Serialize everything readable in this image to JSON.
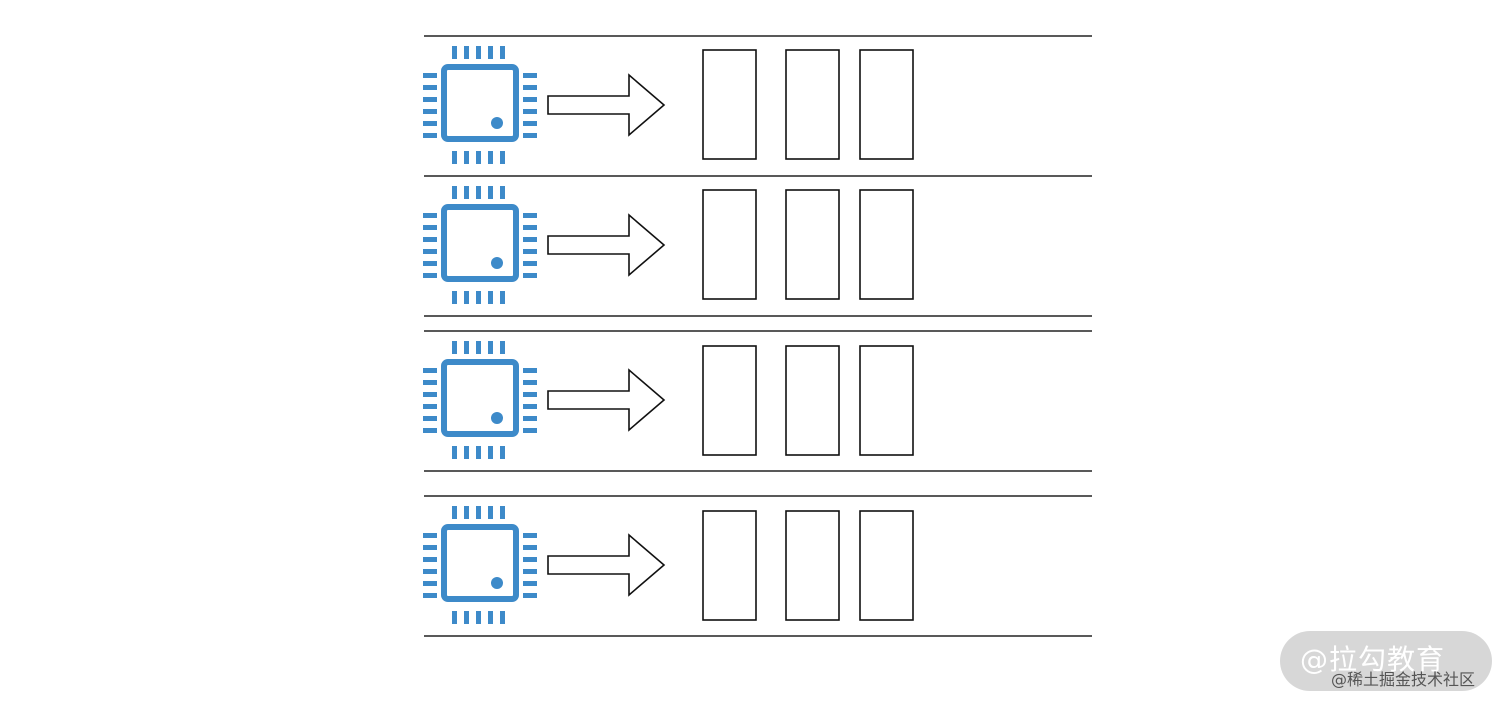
{
  "diagram": {
    "rows": [
      {
        "chip": "cpu-chip-icon",
        "arrow": "right-arrow-icon",
        "slots": 3
      },
      {
        "chip": "cpu-chip-icon",
        "arrow": "right-arrow-icon",
        "slots": 3
      },
      {
        "chip": "cpu-chip-icon",
        "arrow": "right-arrow-icon",
        "slots": 3
      },
      {
        "chip": "cpu-chip-icon",
        "arrow": "right-arrow-icon",
        "slots": 3
      }
    ],
    "colors": {
      "chip": "#3d8ac9",
      "stroke": "#111111",
      "background": "#ffffff"
    }
  },
  "watermark": {
    "primary": "@拉勾教育",
    "secondary": "@稀土掘金技术社区"
  }
}
